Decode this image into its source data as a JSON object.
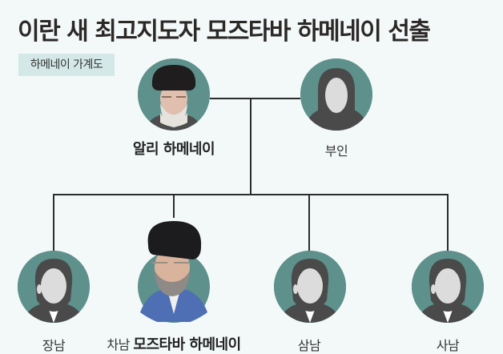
{
  "header": {
    "title": "이란 새 최고지도자 모즈타바 하메네이 선출",
    "badge": "하메네이 가계도"
  },
  "colors": {
    "background": "#f3f9f9",
    "badge_bg": "#d3e8e7",
    "avatar_bg": "#5e918c",
    "silhouette_dark": "#4a4a4a",
    "face": "#dcdcdc",
    "line": "#2c2c2c"
  },
  "tree": {
    "parents": [
      {
        "name": "알리 하메네이",
        "role": "father",
        "photo": "real-photo",
        "bold": true
      },
      {
        "name": "부인",
        "role": "wife",
        "photo": "female-silhouette-icon",
        "bold": false
      }
    ],
    "children": [
      {
        "name": "장남",
        "photo": "male-silhouette-icon"
      },
      {
        "prefix": "차남",
        "name": "모즈타바 하메네이",
        "photo": "real-photo",
        "highlighted": true
      },
      {
        "name": "삼남",
        "photo": "male-silhouette-icon"
      },
      {
        "name": "사남",
        "photo": "male-silhouette-icon"
      }
    ]
  }
}
